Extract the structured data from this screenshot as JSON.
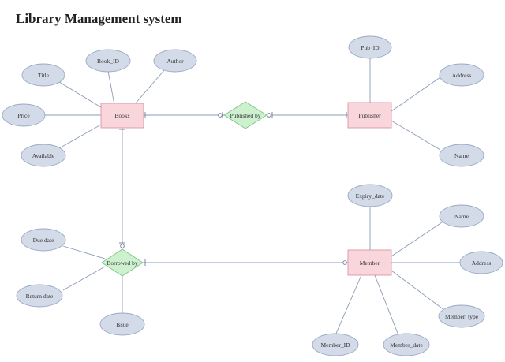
{
  "title": "Library Management system",
  "entities": {
    "books": "Books",
    "publisher": "Publisher",
    "member": "Member"
  },
  "relationships": {
    "published_by": "Published by",
    "borrowed_by": "Borrowed by"
  },
  "attributes": {
    "book_id": "Book_ID",
    "author": "Author",
    "title_attr": "Title",
    "price": "Price",
    "available": "Available",
    "pub_id": "Pub_ID",
    "pub_address": "Address",
    "pub_name": "Name",
    "due_date": "Due date",
    "return_date": "Return date",
    "issue": "Issue",
    "expiry_date": "Expiry_date",
    "mem_name": "Name",
    "mem_address": "Address",
    "member_type": "Member_type",
    "member_id": "Member_ID",
    "member_date": "Member_date"
  },
  "colors": {
    "entity_fill": "#f9d6dc",
    "relationship_fill": "#cdf0cf",
    "attribute_fill": "#d3dbe9",
    "line": "#8a9bb5"
  }
}
